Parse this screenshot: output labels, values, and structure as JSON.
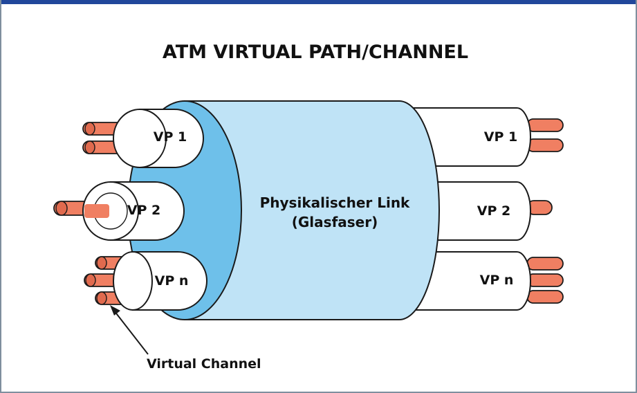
{
  "title": "ATM VIRTUAL PATH/CHANNEL",
  "center_label": {
    "line1": "Physikalischer Link",
    "line2": "(Glasfaser)"
  },
  "left_paths": [
    "VP 1",
    "VP 2",
    "VP n"
  ],
  "right_paths": [
    "VP 1",
    "VP 2",
    "VP n"
  ],
  "callout": "Virtual Channel",
  "colors": {
    "accent_bar": "#21479b",
    "fiber": "#bfe3f6",
    "fiber_end": "#6ec0ea",
    "channel_wire": "#f07f62",
    "cable": "#ffffff",
    "outline": "#1a1a1a"
  }
}
